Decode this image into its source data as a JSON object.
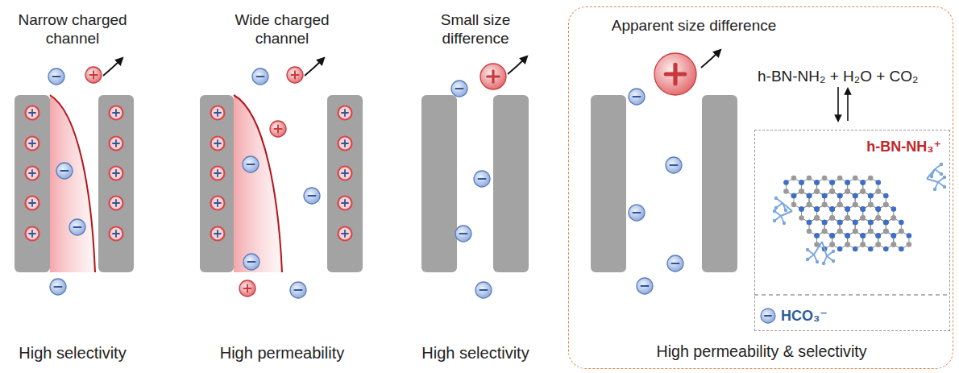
{
  "diagram": {
    "nodes": [
      {
        "text": [
          "Apparent size difference",
          "High permeability & selectivity"
        ]
      },
      {
        "text": [
          "h-BN-NH₃⁺",
          "HCO₃⁻"
        ],
        "in": 0
      }
    ],
    "labels": [
      "Narrow charged channel",
      "Wide charged channel",
      "Small size difference",
      "h-BN-NH₂ + H₂O + CO₂",
      "High selectivity",
      "High permeability",
      "High selectivity"
    ]
  }
}
